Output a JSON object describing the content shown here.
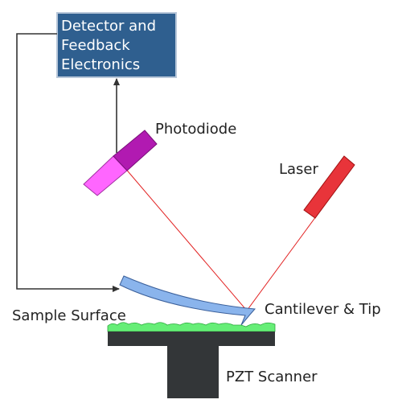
{
  "labels": {
    "detector_line1": "Detector and",
    "detector_line2": "Feedback",
    "detector_line3": "Electronics",
    "photodiode": "Photodiode",
    "laser": "Laser",
    "sample_surface": "Sample Surface",
    "cantilever": "Cantilever & Tip",
    "pzt_scanner": "PZT Scanner"
  },
  "colors": {
    "detector_box": "#2f5f8f",
    "photodiode_dark": "#b11ab1",
    "photodiode_light": "#ff66ff",
    "laser": "#e8343a",
    "laser_beam": "#e22222",
    "cantilever": "#8ab4ec",
    "sample": "#66ee77",
    "stage": "#333638",
    "wire": "#333333"
  }
}
